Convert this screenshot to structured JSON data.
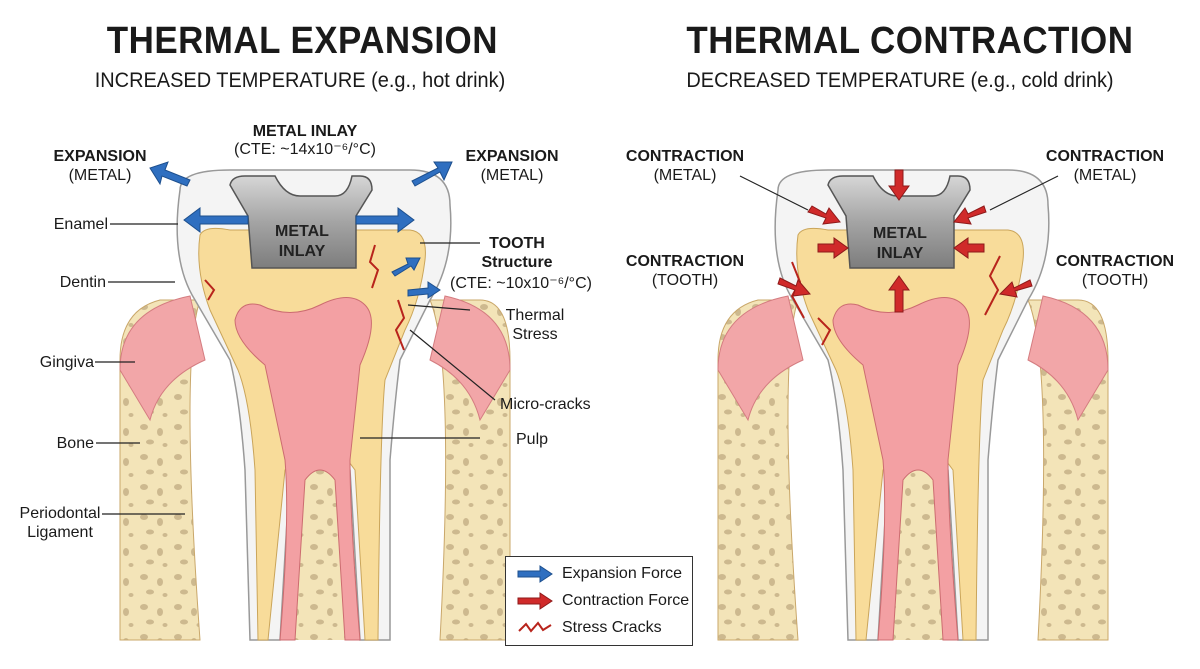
{
  "left_panel": {
    "title": "THERMAL EXPANSION",
    "subtitle": "INCREASED TEMPERATURE (e.g., hot drink)",
    "inlay_title": "METAL INLAY",
    "inlay_cte": "(CTE: ~14x10⁻⁶/°C)",
    "inlay_label_line1": "METAL",
    "inlay_label_line2": "INLAY",
    "expansion_left_line1": "EXPANSION",
    "expansion_left_line2": "(METAL)",
    "expansion_right_line1": "EXPANSION",
    "expansion_right_line2": "(METAL)",
    "tooth_structure_line1": "TOOTH",
    "tooth_structure_line2": "Structure",
    "tooth_cte": "(CTE: ~10x10⁻⁶/°C)",
    "anatomy": {
      "enamel": "Enamel",
      "dentin": "Dentin",
      "gingiva": "Gingiva",
      "bone": "Bone",
      "periodontal_line1": "Periodontal",
      "periodontal_line2": "Ligament",
      "thermal_stress_line1": "Thermal",
      "thermal_stress_line2": "Stress",
      "micro_cracks": "Micro-cracks",
      "pulp": "Pulp"
    }
  },
  "right_panel": {
    "title": "THERMAL CONTRACTION",
    "subtitle": "DECREASED TEMPERATURE (e.g., cold drink)",
    "inlay_label_line1": "METAL",
    "inlay_label_line2": "INLAY",
    "contraction_metal_left_line1": "CONTRACTION",
    "contraction_metal_left_line2": "(METAL)",
    "contraction_metal_right_line1": "CONTRACTION",
    "contraction_metal_right_line2": "(METAL)",
    "contraction_tooth_left_line1": "CONTRACTION",
    "contraction_tooth_left_line2": "(TOOTH)",
    "contraction_tooth_right_line1": "CONTRACTION",
    "contraction_tooth_right_line2": "(TOOTH)"
  },
  "legend": {
    "expansion": "Expansion Force",
    "contraction": "Contraction Force",
    "cracks": "Stress Cracks"
  },
  "colors": {
    "expansion_arrow": "#2f6fc0",
    "contraction_arrow": "#d02a2a",
    "dentin": "#f8dc9a",
    "enamel": "#f4f4f4",
    "pulp": "#f3a0a3",
    "gingiva": "#f2a6a8",
    "bone": "#f2e2b6",
    "metal": "#a7a7a7",
    "crack": "#b8241c"
  }
}
